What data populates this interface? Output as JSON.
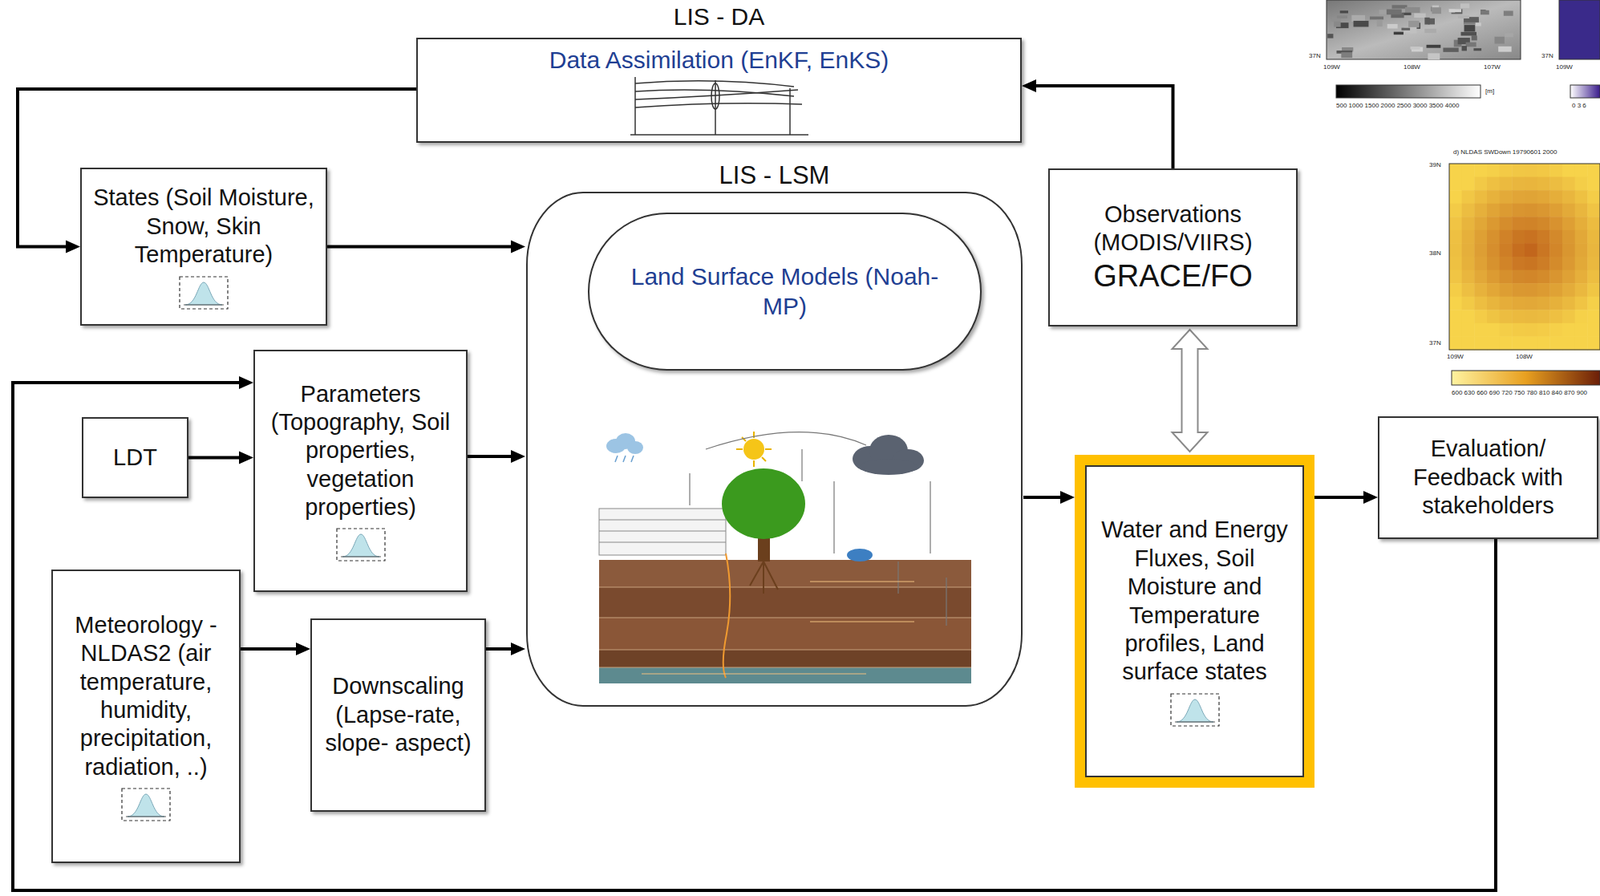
{
  "diagram": {
    "nodes": [
      {
        "text": [
          "LIS - DA",
          "Data Assimilation (EnKF, EnKS)"
        ]
      },
      {
        "text": [
          "States (Soil Moisture, Snow, Skin Temperature)"
        ]
      },
      {
        "text": [
          "LIS - LSM"
        ]
      },
      {
        "text": [
          "Land Surface Models (Noah-MP)"
        ],
        "in": 2
      },
      {
        "text": [
          "Observations (MODIS/VIIRS)",
          "GRACE/FO"
        ]
      },
      {
        "text": [
          "LDT"
        ]
      },
      {
        "text": [
          "Parameters (Topography, Soil properties, vegetation properties)"
        ]
      },
      {
        "text": [
          "Water and Energy Fluxes, Soil Moisture and Temperature profiles, Land surface states"
        ]
      },
      {
        "text": [
          "Evaluation/ Feedback with stakeholders"
        ]
      },
      {
        "text": [
          "Meteorology - NLDAS2 (air temperature, humidity, precipitation, radiation, ..)"
        ]
      },
      {
        "text": [
          "Downscaling (Lapse-rate, slope- aspect)"
        ]
      }
    ],
    "edges": [
      {
        "from": 0,
        "to": 1,
        "arrow": "to"
      },
      {
        "from": 4,
        "to": 0,
        "arrow": "to"
      },
      {
        "from": 1,
        "to": 2,
        "arrow": "to"
      },
      {
        "from": 5,
        "to": 6,
        "arrow": "to"
      },
      {
        "from": 6,
        "to": 2,
        "arrow": "to"
      },
      {
        "from": 9,
        "to": 10,
        "arrow": "to"
      },
      {
        "from": 10,
        "to": 2,
        "arrow": "to"
      },
      {
        "from": 2,
        "to": 7,
        "arrow": "to"
      },
      {
        "from": 4,
        "to": 7,
        "arrow": "both"
      },
      {
        "from": 7,
        "to": 8,
        "arrow": "to"
      },
      {
        "from": 8,
        "to": 6,
        "arrow": "to"
      }
    ],
    "labels": [
      "37N",
      "109W",
      "108W",
      "107W",
      "500 1000 1500 2000 2500 3000 3500 4000",
      "[m]",
      "37N",
      "109W",
      "0 3 6",
      "d) NLDAS SWDown 19790601 2000",
      "39N",
      "38N",
      "37N",
      "109W",
      "108W",
      "600 630 660 690 720 750 780 810 840 870 900"
    ]
  }
}
